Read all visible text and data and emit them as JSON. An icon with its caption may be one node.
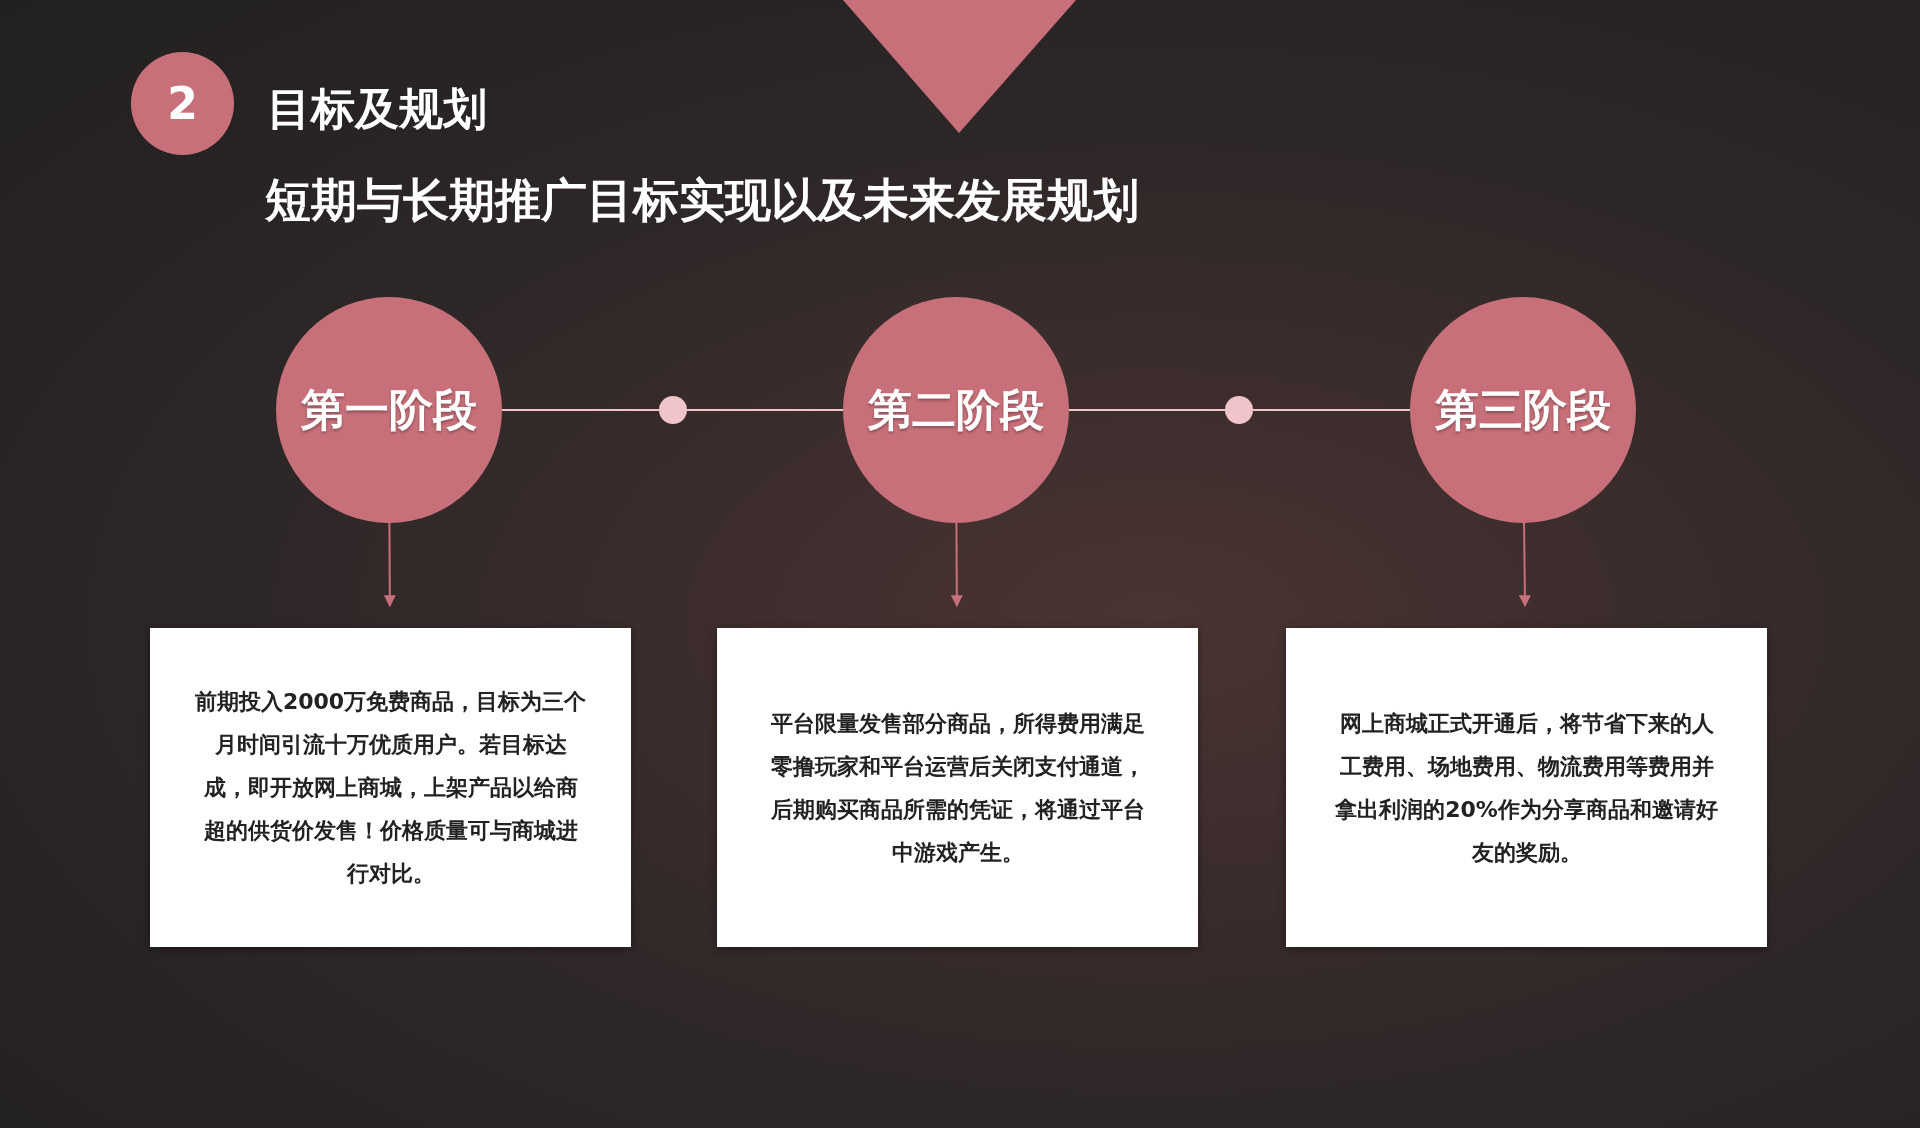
{
  "diagram": {
    "title": "目标及规划",
    "nodes": [
      {
        "text": [
          "2"
        ]
      },
      {
        "text": [
          "第一阶段"
        ]
      },
      {
        "text": [],
        "shape": "circle"
      },
      {
        "text": [
          "第二阶段"
        ]
      },
      {
        "text": [],
        "shape": "circle"
      },
      {
        "text": [
          "第三阶段"
        ]
      },
      {
        "text": [
          "前期投入2000万免费商品，目标为三个月时间引流十万优质用户。若目标达成，即开放网上商城，上架产品以给商超的供货价发售！价格质量可与商城进行对比。"
        ]
      },
      {
        "text": [
          "平台限量发售部分商品，所得费用满足零撸玩家和平台运营后关闭支付通道，后期购买商品所需的凭证，将通过平台中游戏产生。"
        ]
      },
      {
        "text": [
          "网上商城正式开通后，将节省下来的人工费用、场地费用、物流费用等费用并拿出利润的20%作为分享商品和邀请好友的奖励。"
        ]
      }
    ],
    "edges": [
      {
        "from": 1,
        "to": 2,
        "arrow": "none"
      },
      {
        "from": 2,
        "to": 3,
        "arrow": "none"
      },
      {
        "from": 3,
        "to": 4,
        "arrow": "none"
      },
      {
        "from": 4,
        "to": 5,
        "arrow": "none"
      },
      {
        "from": 1,
        "to": 6,
        "arrow": "to",
        "color": "#c8707a"
      },
      {
        "from": 3,
        "to": 7,
        "arrow": "to",
        "color": "#c8707a"
      },
      {
        "from": 5,
        "to": 8,
        "arrow": "to",
        "color": "#c8707a"
      }
    ],
    "labels": [
      "短期与长期推广目标实现以及未来发展规划"
    ]
  }
}
